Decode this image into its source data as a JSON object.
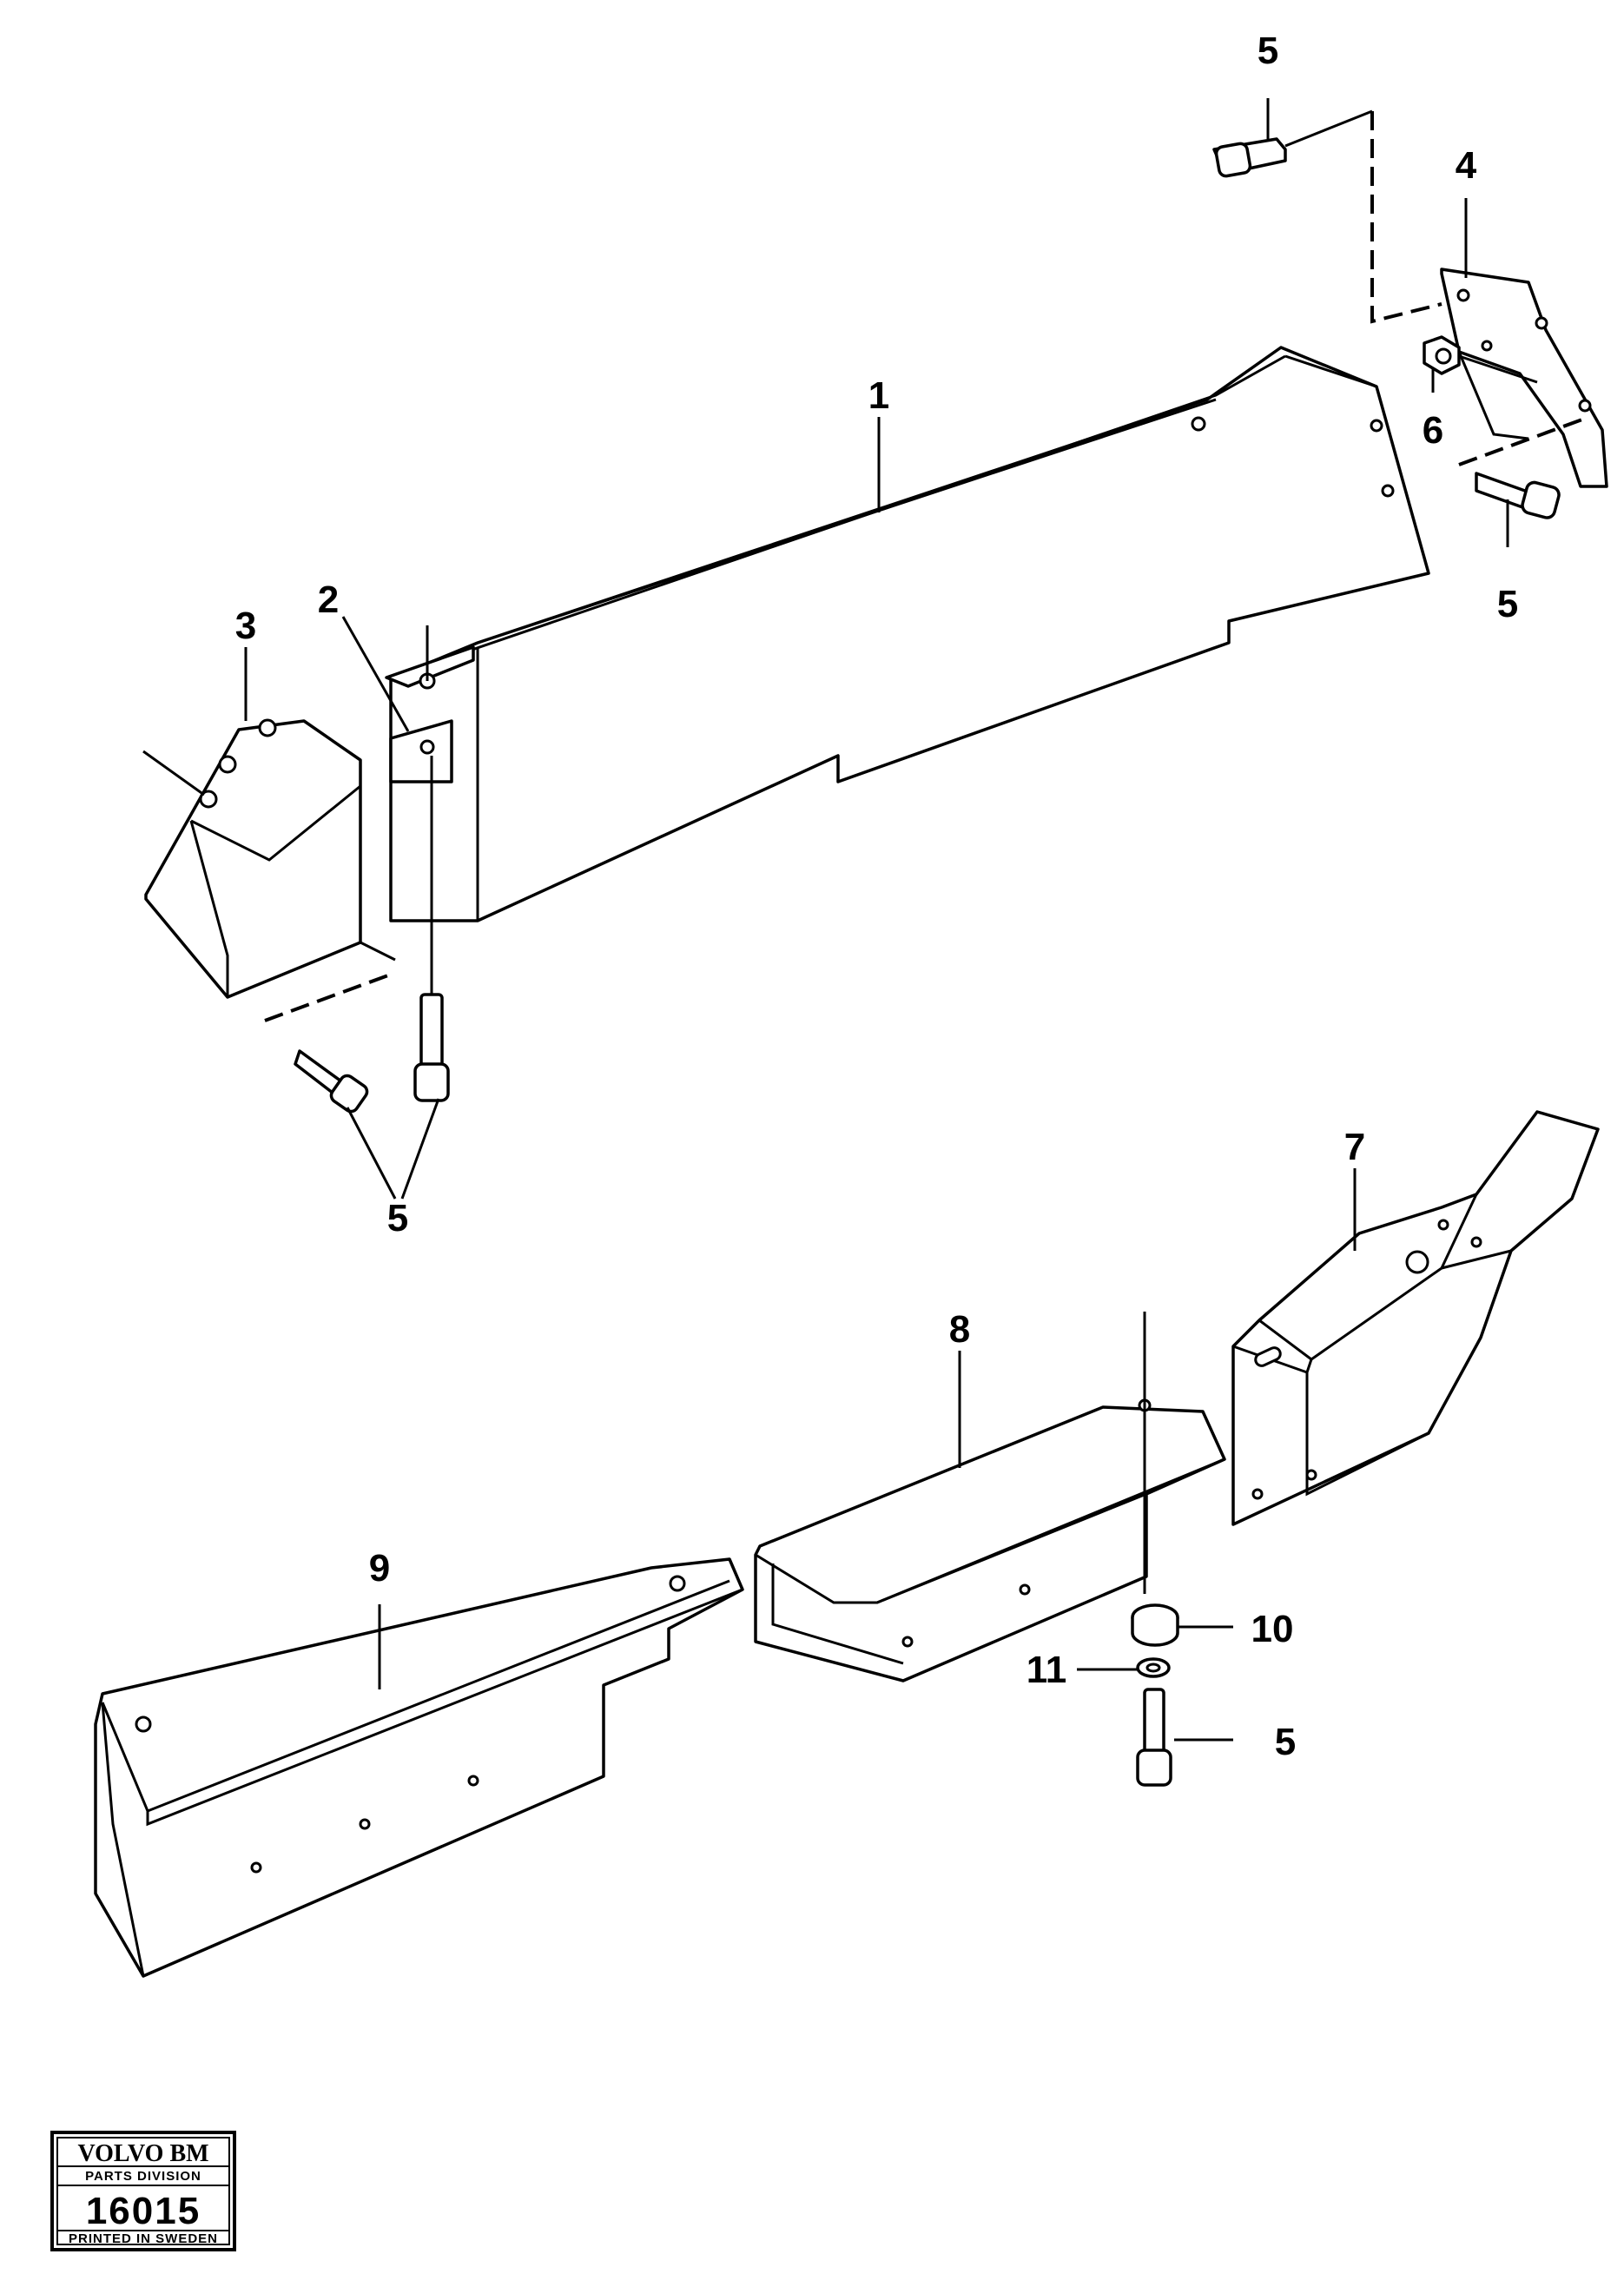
{
  "callouts": {
    "c1": "1",
    "c2": "2",
    "c3": "3",
    "c4": "4",
    "c5a": "5",
    "c5b": "5",
    "c5c": "5",
    "c5d": "5",
    "c6": "6",
    "c7": "7",
    "c8": "8",
    "c9": "9",
    "c10": "10",
    "c11": "11"
  },
  "stamp": {
    "brand": "VOLVO BM",
    "division": "PARTS DIVISION",
    "number": "16015",
    "footer": "PRINTED IN SWEDEN"
  },
  "colors": {
    "ink": "#000000",
    "paper": "#ffffff"
  }
}
